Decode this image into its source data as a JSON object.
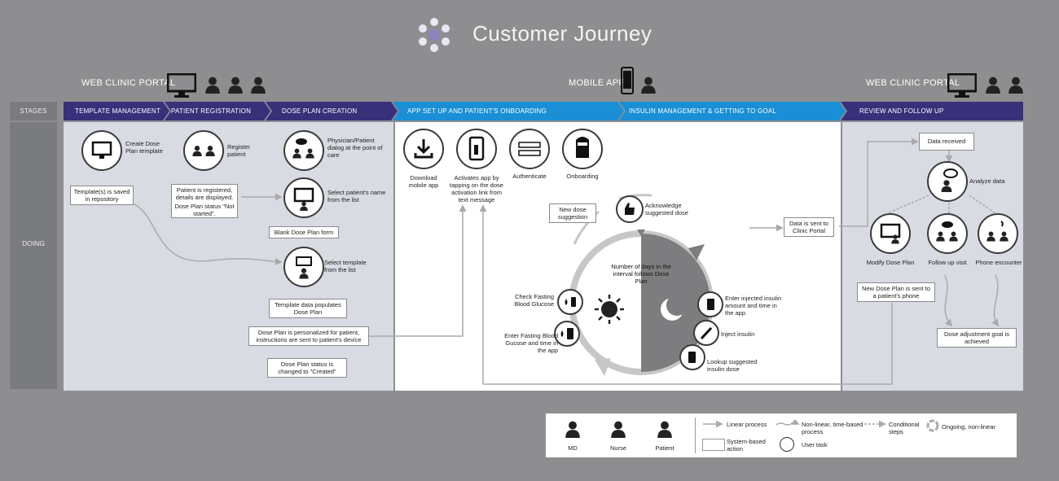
{
  "title": "Customer Journey",
  "sections": [
    {
      "label": "WEB CLINIC PORTAL"
    },
    {
      "label": "MOBILE APP"
    },
    {
      "label": "WEB CLINIC PORTAL"
    }
  ],
  "row_labels": {
    "stages": "STAGES",
    "doing": "DOING"
  },
  "stages": [
    "TEMPLATE MANAGEMENT",
    "PATIENT REGISTRATION",
    "DOSE PLAN CREATION",
    "APP SET UP AND PATIENT'S ONBOARDING",
    "INSULIN MANAGEMENT & GETTING TO GOAL",
    "REVIEW AND FOLLOW UP"
  ],
  "tasks": {
    "create_template": "Create Dose Plan template",
    "register_patient": "Register patient",
    "dialog": "Physician/Patient dialog at the point of care",
    "select_patient": "Select patient's name from the list",
    "select_template": "Select template from the list",
    "download_app": "Download mobile app",
    "activate_app": "Activates app by tapping on the dose activation link from text message",
    "authenticate": "Authenticate",
    "onboarding": "Onboarding",
    "acknowledge": "Acknowledge suggested dose",
    "check_glucose": "Check Fasting Blood Glucose",
    "enter_glucose": "Enter Fasting Blood Gucose and time in the app",
    "enter_insulin": "Enter injected insulin amount and time in the app",
    "inject": "Inject insulin",
    "lookup": "Lookup suggested insulin dose",
    "analyze": "Analyze data",
    "modify": "Modify Dose Plan",
    "follow_up": "Follow up visit",
    "phone": "Phone encounter"
  },
  "system_boxes": {
    "template_saved": "Template(s) is saved in repository",
    "registered": "Patient is registered, details are displayed.",
    "status_not_started": "Dose Plan status \"Not started\".",
    "blank_form": "Blank Dose Plan form",
    "template_populates": "Template data populates Dose Plan",
    "personalized": "Dose Plan is personalized for patient, instructions are sent to patient's device",
    "status_created": "Dose Plan status is changed to \"Created\"",
    "new_dose": "New dose suggestion",
    "data_sent": "Data is sent to Clinic Portal",
    "data_received": "Data received",
    "new_plan_sent": "New Dose Plan is sent to a patient's phone",
    "goal": "Dose adjustment goal is achieved"
  },
  "cycle_center": "Number of days in the interval follows Dose Plan",
  "legend": {
    "roles": [
      "MD",
      "Nurse",
      "Patient"
    ],
    "linear": "Linear process",
    "nonlinear": "Non-linear, time-based process",
    "conditional": "Conditional steps",
    "ongoing": "Ongoing, non-linear",
    "system": "System-based action",
    "user_task": "User task"
  },
  "colors": {
    "background": "#8e8e91",
    "stage_purple": "#39307a",
    "stage_blue": "#1a8fd6",
    "panel_light": "#d9dbe3",
    "panel_white": "#ffffff"
  }
}
